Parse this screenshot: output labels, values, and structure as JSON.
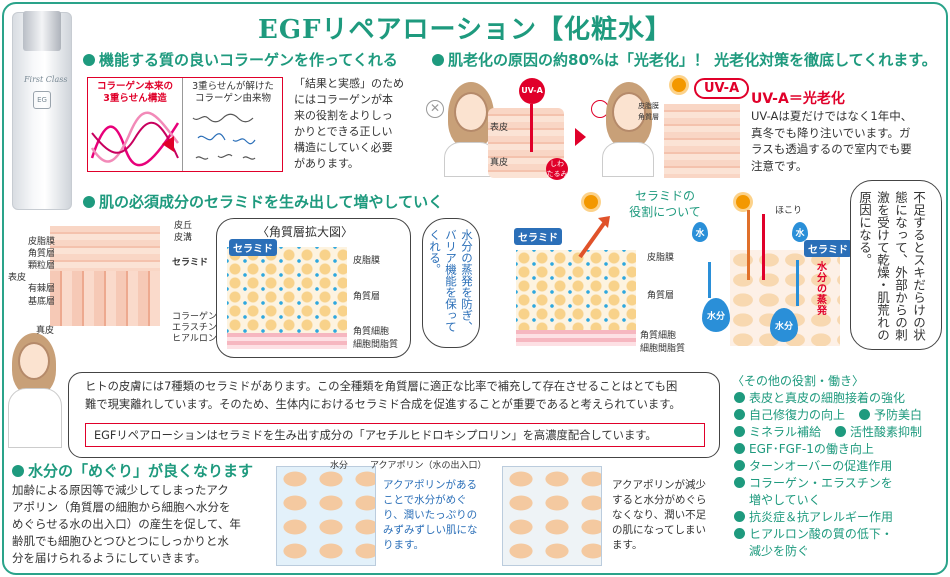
{
  "title": "EGFリペアローション【化粧水】",
  "product": {
    "name": "First Class",
    "sub": "EG"
  },
  "sec1": {
    "heading": "機能する質の良いコラーゲンを作ってくれる",
    "box_left_l1": "コラーゲン本来の",
    "box_left_l2": "3重らせん構造",
    "box_right_l1": "3重らせんが解けた",
    "box_right_l2": "コラーゲン由来物",
    "body": [
      "「結果と実感」のため",
      "にはコラーゲンが本",
      "来の役割をよりしっ",
      "かりとできる正しい",
      "構造にしていく必要",
      "があります。"
    ]
  },
  "sec2": {
    "heading": "肌老化の原因の約80%は「光老化」！ 光老化対策を徹底してくれます。",
    "uva_label": "UV-A",
    "uva_badge": "UV-A",
    "wrinkle": "しわ たるみ",
    "uva_title": "UV-A＝光老化",
    "body": [
      "UV-Aは夏だけではなく1年中、",
      "真冬でも降り注いでいます。ガ",
      "ラスも透過するので室内でも要",
      "注意です。"
    ],
    "layer_a": "表皮",
    "layer_b": "真皮",
    "small1": "皮脂膜",
    "small2": "角質層"
  },
  "sec3": {
    "heading": "肌の必須成分のセラミドを生み出して増やしていく",
    "skin_labels": {
      "kawaoka": "皮丘",
      "kawamizo": "皮溝",
      "hishimaku": "皮脂膜",
      "kakushitsu": "角質層",
      "karyu": "顆粒層",
      "yukyoku": "有棘層",
      "kitei": "基底層",
      "hyohi": "表皮",
      "shinpi": "真皮",
      "ceramide": "セラミド",
      "collagen": "コラーゲン",
      "elastin": "エラスチン",
      "hyaluron": "ヒアルロン酸"
    },
    "zoom_title": "〈角質層拡大図〉",
    "zoom_badge": "セラミド",
    "zoom_labels": [
      "皮脂膜",
      "角質層",
      "角質細胞",
      "細胞間脂質"
    ],
    "barrier_text": "水分の蒸発を防ぎ、バリア機能を保ってくれる。",
    "role_title_l1": "セラミドの",
    "role_title_l2": "役割について",
    "role_badge_left": "セラミド",
    "role_badge_right": "セラミド",
    "role_labels": [
      "皮脂膜",
      "角質層",
      "角質細胞",
      "細胞間脂質"
    ],
    "hokori": "ほこり",
    "water": "水",
    "water_drop": "水分",
    "evap": "水分の蒸発",
    "lack_text": "不足するとスキだらけの状態になって、外部からの刺激を受けて乾燥・肌荒れの原因になる。"
  },
  "callout": {
    "line1": "ヒトの皮膚には7種類のセラミドがあります。この全種類を角質層に適正な比率で補充して存在させることはとても困",
    "line2": "難で現実離れしています。そのため、生体内におけるセラミド合成を促進することが重要であると考えられています。",
    "line3": "EGFリペアローションはセラミドを生み出す成分の「アセチルヒドロキシプロリン」を高濃度配合しています。"
  },
  "sec4": {
    "heading": "水分の「めぐり」が良くなります",
    "body": [
      "加齢による原因等で減少してしまったアク",
      "アポリン（角質層の細胞から細胞へ水分を",
      "めぐらせる水の出入口）の産生を促して、年",
      "齢肌でも細胞ひとつひとつにしっかりと水",
      "分を届けられるようにしていきます。"
    ],
    "img_label1": "水分",
    "img_label2": "アクアポリン（水の出入口）",
    "mid_text": [
      "アクアポリンがある",
      "ことで水分がめぐ",
      "り、潤いたっぷりの",
      "みずみずしい肌にな",
      "ります。"
    ],
    "right_text": [
      "アクアポリンが減少",
      "すると水分がめぐら",
      "なくなり、潤い不足",
      "の肌になってしまい",
      "ます。"
    ]
  },
  "others": {
    "title": "〈その他の役割・働き〉",
    "items": [
      "表皮と真皮の細胞接着の強化",
      "自己修復力の向上",
      "予防美白",
      "ミネラル補給",
      "活性酸素抑制",
      "EGF･FGF-1の働き向上",
      "ターンオーバーの促進作用",
      "コラーゲン・エラスチンを",
      "増やしていく",
      "抗炎症＆抗アレルギー作用",
      "ヒアルロン酸の質の低下・",
      "減少を防ぐ"
    ]
  },
  "colors": {
    "accent": "#1e9a7e",
    "pink": "#e8007a",
    "red": "#e0002a",
    "blue": "#2b6fb8"
  }
}
